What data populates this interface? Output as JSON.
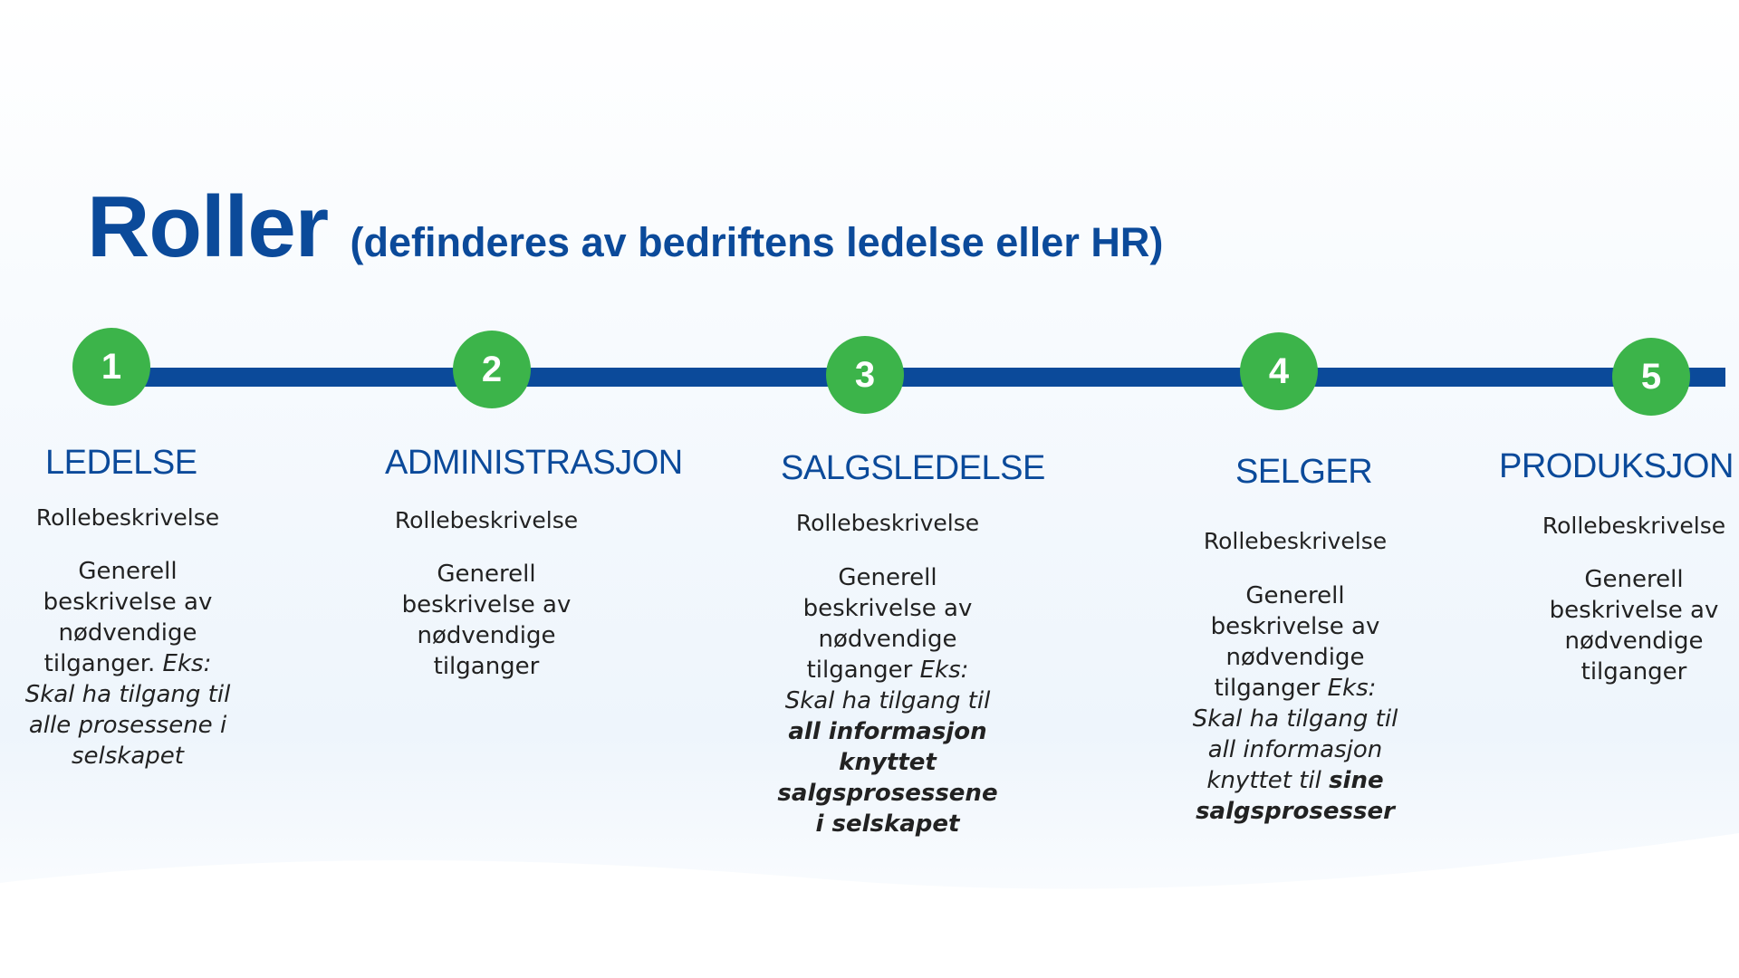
{
  "title": {
    "main": "Roller",
    "sub": "(definderes av bedriftens ledelse eller HR)"
  },
  "colors": {
    "primary_blue": "#0b4a9a",
    "step_green": "#3cb44a"
  },
  "roles": [
    {
      "number": "1",
      "title": "LEDELSE",
      "label": "Rollebeskrivelse",
      "desc_lines": [
        [
          {
            "t": "Generell",
            "s": "n"
          }
        ],
        [
          {
            "t": "beskrivelse av",
            "s": "n"
          }
        ],
        [
          {
            "t": "nødvendige",
            "s": "n"
          }
        ],
        [
          {
            "t": "tilganger. ",
            "s": "n"
          },
          {
            "t": "Eks:",
            "s": "i"
          }
        ],
        [
          {
            "t": "Skal ha tilgang til",
            "s": "i"
          }
        ],
        [
          {
            "t": "alle prosessene i",
            "s": "i"
          }
        ],
        [
          {
            "t": "selskapet",
            "s": "i"
          }
        ]
      ]
    },
    {
      "number": "2",
      "title": "ADMINISTRASJON",
      "label": "Rollebeskrivelse",
      "desc_lines": [
        [
          {
            "t": "Generell",
            "s": "n"
          }
        ],
        [
          {
            "t": "beskrivelse av",
            "s": "n"
          }
        ],
        [
          {
            "t": "nødvendige",
            "s": "n"
          }
        ],
        [
          {
            "t": "tilganger",
            "s": "n"
          }
        ]
      ]
    },
    {
      "number": "3",
      "title": "SALGSLEDELSE",
      "label": "Rollebeskrivelse",
      "desc_lines": [
        [
          {
            "t": "Generell",
            "s": "n"
          }
        ],
        [
          {
            "t": "beskrivelse av",
            "s": "n"
          }
        ],
        [
          {
            "t": "nødvendige",
            "s": "n"
          }
        ],
        [
          {
            "t": "tilganger ",
            "s": "n"
          },
          {
            "t": "Eks:",
            "s": "i"
          }
        ],
        [
          {
            "t": "Skal ha tilgang til",
            "s": "i"
          }
        ],
        [
          {
            "t": "all informasjon",
            "s": "b"
          }
        ],
        [
          {
            "t": "knyttet",
            "s": "b"
          }
        ],
        [
          {
            "t": "salgsprosessene",
            "s": "b"
          }
        ],
        [
          {
            "t": "i selskapet",
            "s": "b"
          }
        ]
      ]
    },
    {
      "number": "4",
      "title": "SELGER",
      "label": "Rollebeskrivelse",
      "desc_lines": [
        [
          {
            "t": "Generell",
            "s": "n"
          }
        ],
        [
          {
            "t": "beskrivelse av",
            "s": "n"
          }
        ],
        [
          {
            "t": "nødvendige",
            "s": "n"
          }
        ],
        [
          {
            "t": "tilganger ",
            "s": "n"
          },
          {
            "t": "Eks:",
            "s": "i"
          }
        ],
        [
          {
            "t": "Skal ha tilgang til",
            "s": "i"
          }
        ],
        [
          {
            "t": "all informasjon",
            "s": "i"
          }
        ],
        [
          {
            "t": "knyttet til ",
            "s": "i"
          },
          {
            "t": "sine",
            "s": "b"
          }
        ],
        [
          {
            "t": "salgsprosesser",
            "s": "b"
          }
        ]
      ]
    },
    {
      "number": "5",
      "title": "PRODUKSJON",
      "label": "Rollebeskrivelse",
      "desc_lines": [
        [
          {
            "t": "Generell",
            "s": "n"
          }
        ],
        [
          {
            "t": "beskrivelse av",
            "s": "n"
          }
        ],
        [
          {
            "t": "nødvendige",
            "s": "n"
          }
        ],
        [
          {
            "t": "tilganger",
            "s": "n"
          }
        ]
      ]
    }
  ]
}
